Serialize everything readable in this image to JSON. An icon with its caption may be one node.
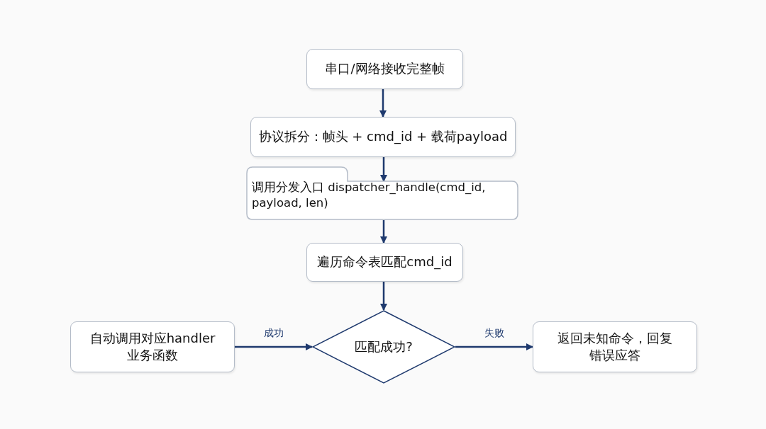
{
  "diagram": {
    "nodes": [
      {
        "text": [
          "串口/网络接收完整帧"
        ]
      },
      {
        "text": [
          "协议拆分：帧头 + cmd_id + 载荷payload"
        ]
      },
      {
        "text": [
          "调用分发入口 dispatcher_handle(cmd_id, payload, len)"
        ]
      },
      {
        "text": [
          "遍历命令表匹配cmd_id"
        ]
      },
      {
        "text": [
          "自动调用对应handler 业务函数"
        ]
      },
      {
        "text": [
          "匹配成功?"
        ]
      },
      {
        "text": [
          "返回未知命令，回复错误应答"
        ]
      }
    ],
    "edges": [
      {
        "from": 0,
        "to": 1,
        "arrow": "to"
      },
      {
        "from": 1,
        "to": 2,
        "arrow": "to"
      },
      {
        "from": 2,
        "to": 3,
        "arrow": "to"
      },
      {
        "from": 3,
        "to": 5,
        "arrow": "to"
      },
      {
        "from": 4,
        "to": 5,
        "arrow": "to",
        "label": "成功"
      },
      {
        "from": 5,
        "to": 6,
        "arrow": "to",
        "label": "失败"
      }
    ]
  }
}
